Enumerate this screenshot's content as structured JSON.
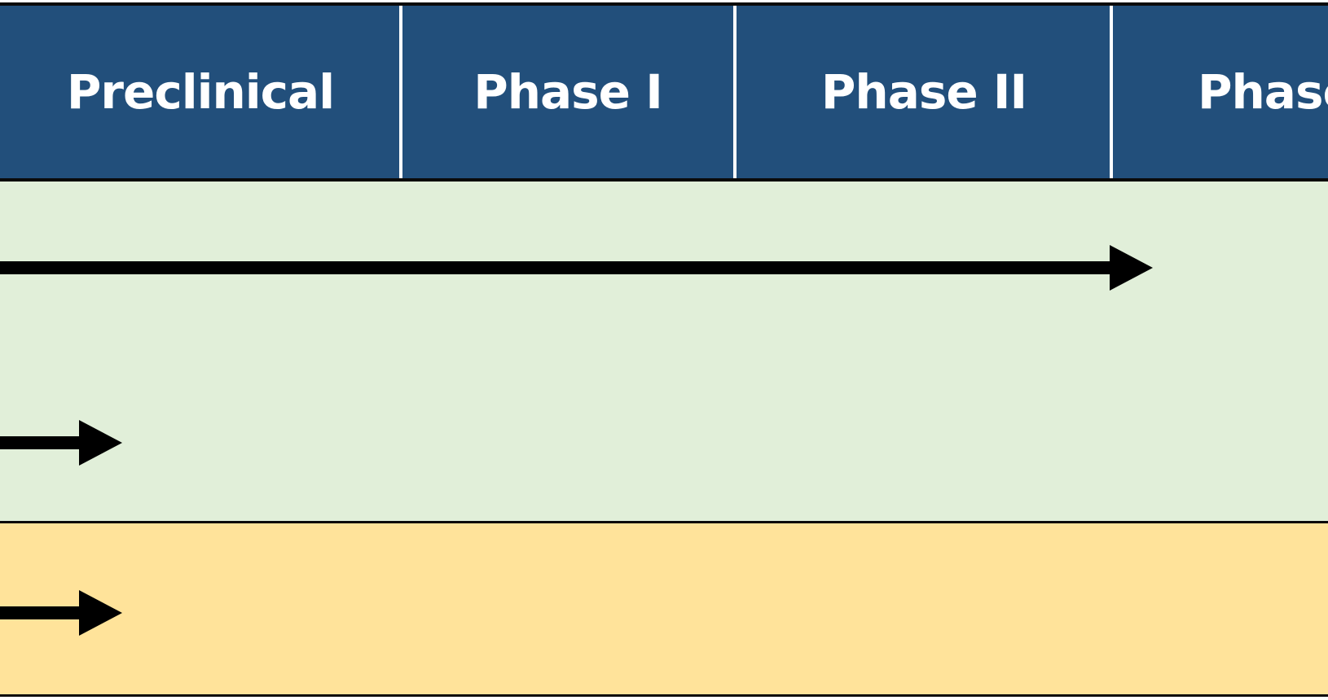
{
  "header": {
    "phases": [
      {
        "label": "Preclinical"
      },
      {
        "label": "Phase I"
      },
      {
        "label": "Phase II"
      },
      {
        "label": "Phase"
      }
    ]
  },
  "colors": {
    "header_bg": "#224f7b",
    "header_text": "#ffffff",
    "band_green": "#e1efd9",
    "band_yellow": "#ffe39a",
    "arrow": "#000000"
  },
  "arrows": [
    {
      "row": "green",
      "extends_to": "Phase II"
    },
    {
      "row": "green",
      "extends_to": "Preclinical"
    },
    {
      "row": "yellow",
      "extends_to": "Preclinical"
    }
  ]
}
